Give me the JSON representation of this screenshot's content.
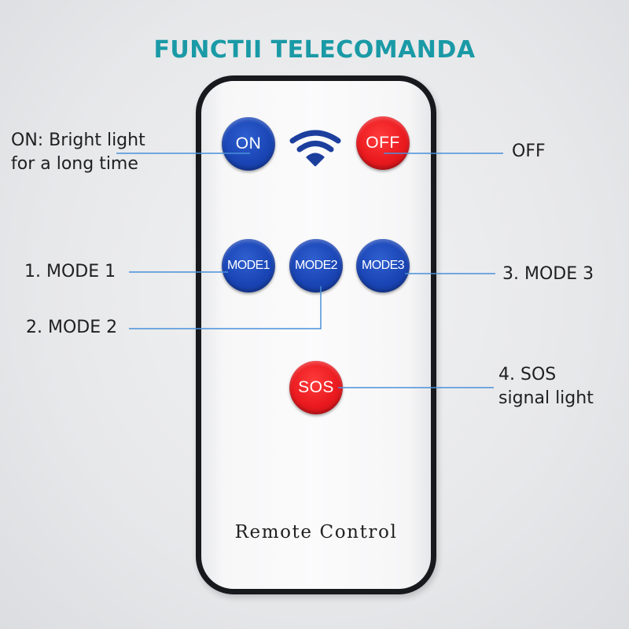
{
  "title": "FUNCTII TELECOMANDA",
  "remote": {
    "buttons": {
      "on": "ON",
      "off": "OFF",
      "mode1": "MODE1",
      "mode2": "MODE2",
      "mode3": "MODE3",
      "sos": "SOS"
    },
    "label": "Remote Control",
    "signal_icon": "wifi-icon"
  },
  "annotations": {
    "on_line1": "ON: Bright light",
    "on_line2": "for a long time",
    "off": "OFF",
    "mode1": "1. MODE 1",
    "mode2": "2. MODE 2",
    "mode3": "3. MODE 3",
    "sos_line1": "4. SOS",
    "sos_line2": "signal light"
  },
  "colors": {
    "title": "#1a9aa6",
    "blue_button": "#1a45b5",
    "red_button": "#ea1a1f",
    "leader_line": "#4a90d9"
  }
}
